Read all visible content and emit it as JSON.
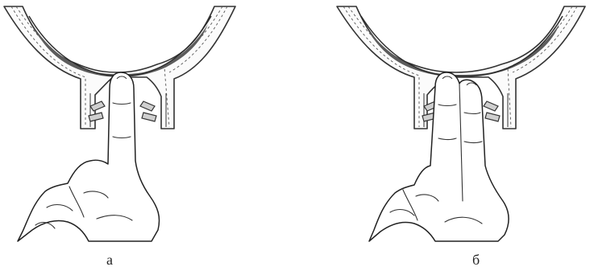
{
  "figure": {
    "panels": [
      {
        "id": "a",
        "label": "а"
      },
      {
        "id": "b",
        "label": "б"
      }
    ]
  },
  "colors": {
    "ink": "#222222",
    "shade": "#5c5c5c",
    "background": "#ffffff"
  }
}
